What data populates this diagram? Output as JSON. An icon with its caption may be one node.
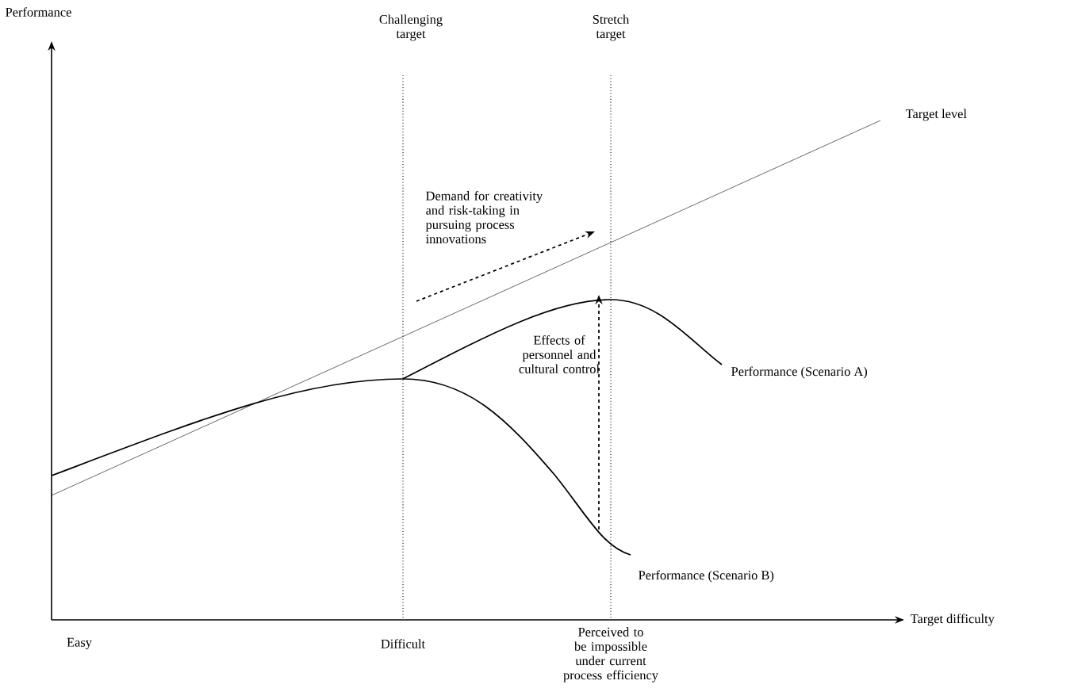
{
  "diagram": {
    "labels": [
      "Performance",
      "Challenging target",
      "Stretch target",
      "Target level",
      "Demand for creativity and risk-taking in pursuing process innovations",
      "Effects of personnel and cultural control",
      "Performance (Scenario A)",
      "Performance (Scenario B)",
      "Target difficulty",
      "Easy",
      "Difficult",
      "Perceived to be impossible under current process efficiency"
    ]
  }
}
